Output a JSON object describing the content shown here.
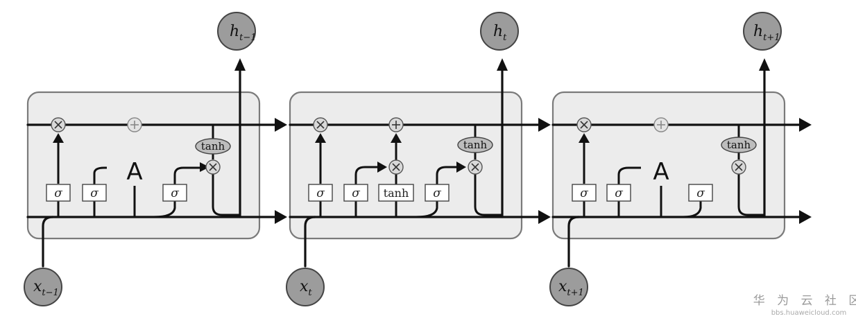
{
  "cells": [
    {
      "name": "prev",
      "label": "A",
      "output": {
        "base": "h",
        "sub": "t−1"
      },
      "input": {
        "base": "x",
        "sub": "t−1"
      },
      "gates": [
        "σ",
        "σ",
        "σ"
      ],
      "tanh_label": "tanh"
    },
    {
      "name": "current",
      "label": "",
      "output": {
        "base": "h",
        "sub": "t"
      },
      "input": {
        "base": "x",
        "sub": "t"
      },
      "gates": [
        "σ",
        "σ",
        "tanh",
        "σ"
      ],
      "tanh_label": "tanh"
    },
    {
      "name": "next",
      "label": "A",
      "output": {
        "base": "h",
        "sub": "t+1"
      },
      "input": {
        "base": "x",
        "sub": "t+1"
      },
      "gates": [
        "σ",
        "σ",
        "σ"
      ],
      "tanh_label": "tanh"
    }
  ],
  "watermark": {
    "text": "华 为 云 社 区",
    "url": "bbs.huaweicloud.com"
  }
}
